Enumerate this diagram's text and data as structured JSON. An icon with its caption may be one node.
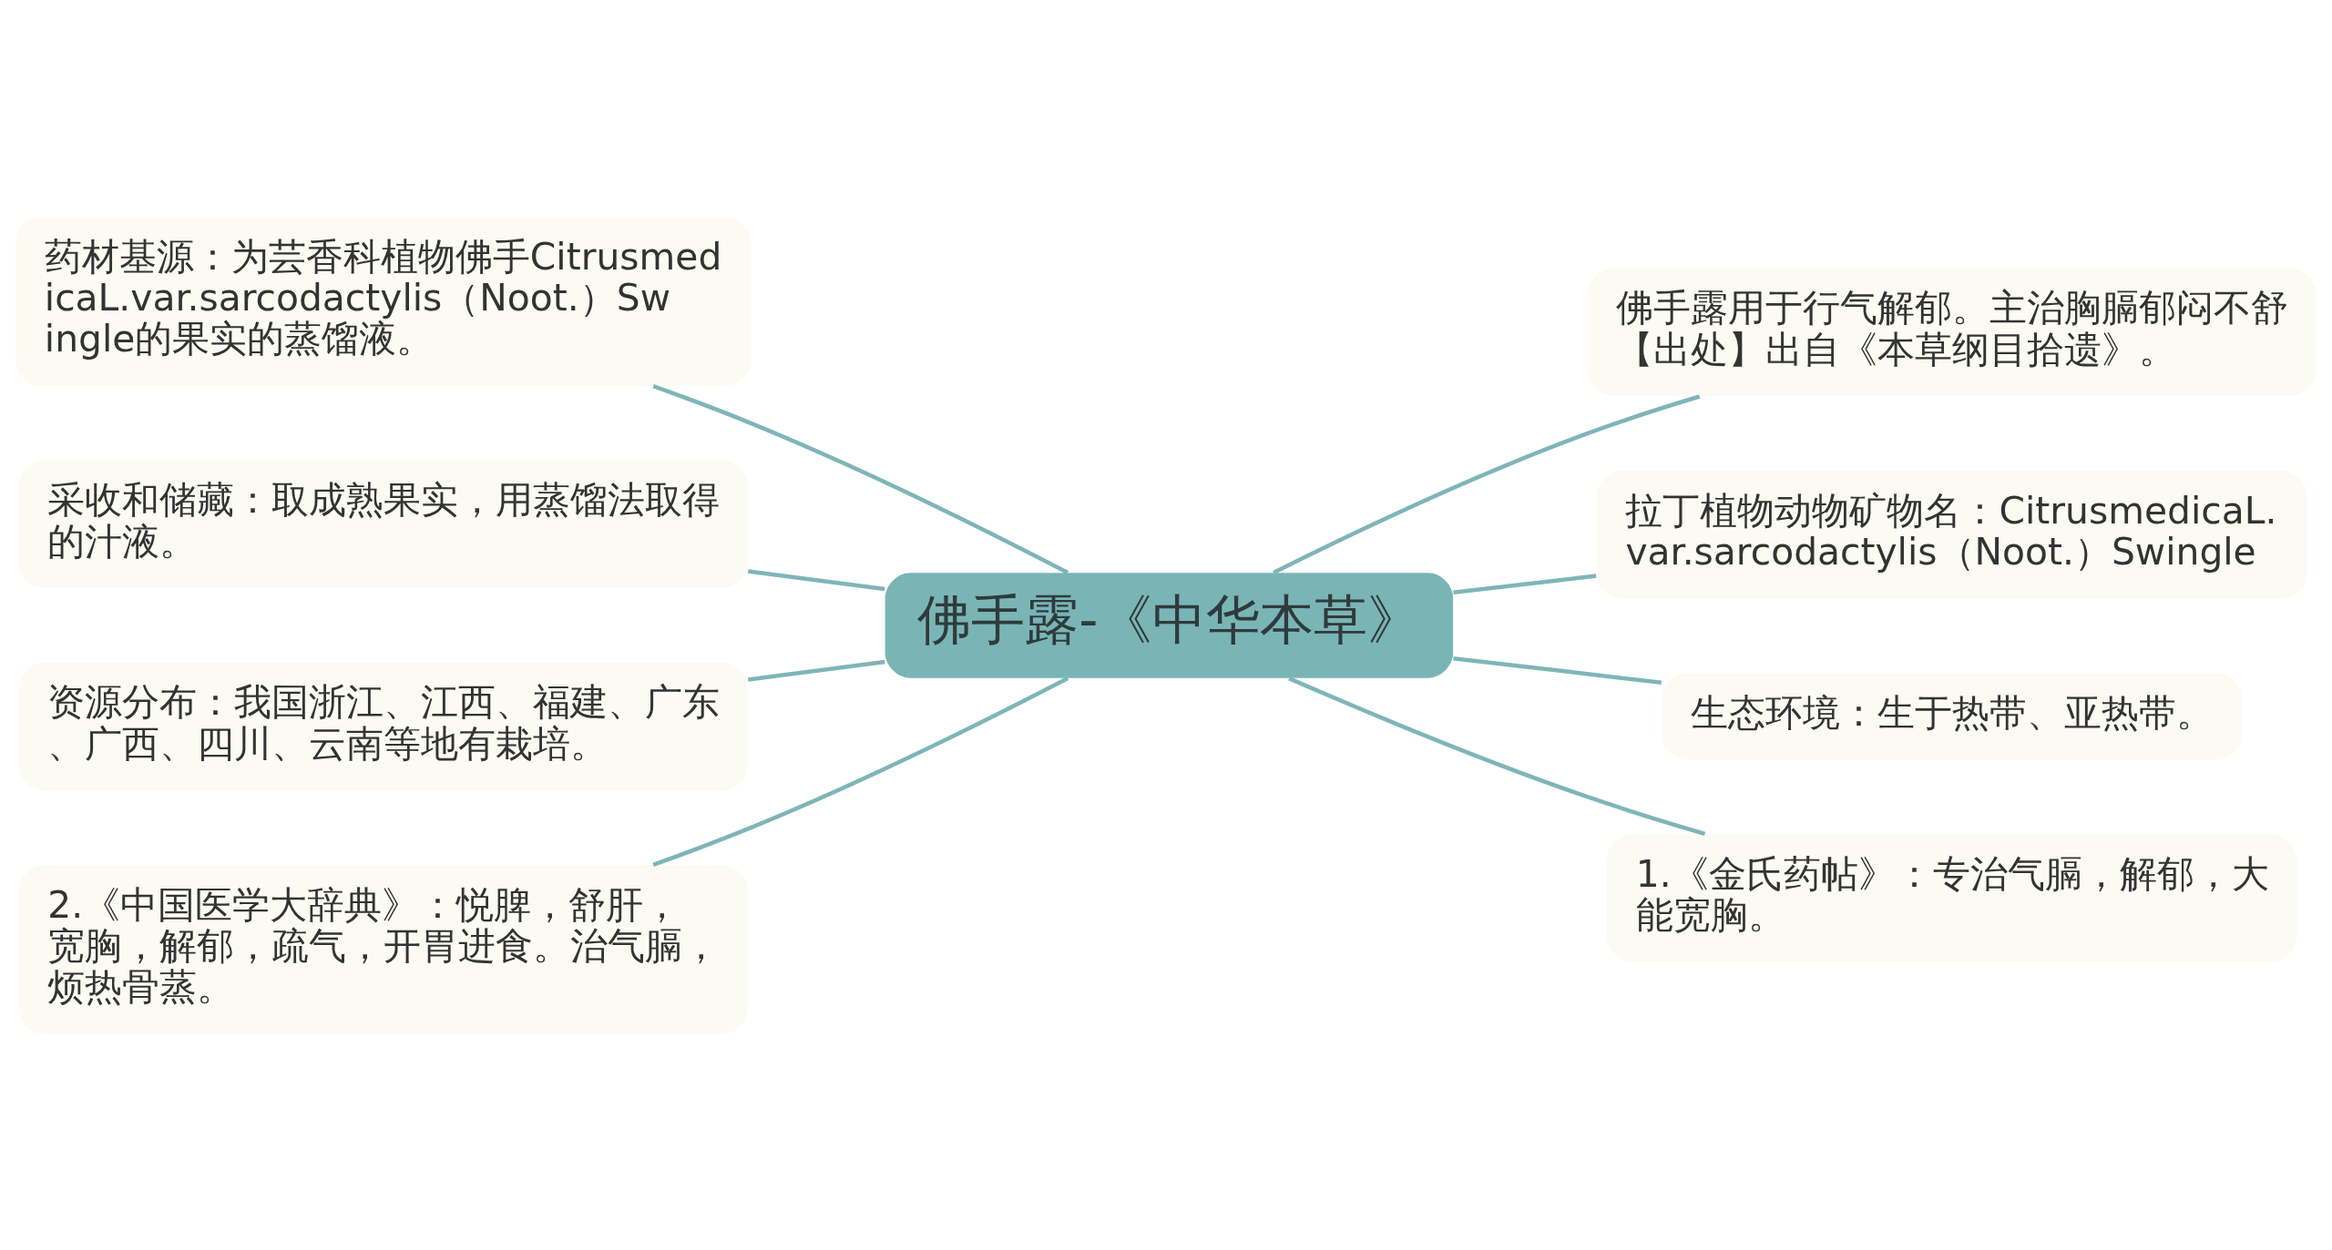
{
  "diagram": {
    "nodes": [
      {
        "text": [
          "佛手露-《中华本草》"
        ]
      },
      {
        "text": [
          "药材基源：为芸香科植物佛手CitrusmedicaL.var.sarcodactylis（Noot.）Swingle的果实的蒸馏液。"
        ]
      },
      {
        "text": [
          "采收和储藏：取成熟果实，用蒸馏法取得的汁液。"
        ]
      },
      {
        "text": [
          "资源分布：我国浙江、江西、福建、广东、广西、四川、云南等地有栽培。"
        ]
      },
      {
        "text": [
          "2.《中国医学大辞典》：悦脾，舒肝，宽胸，解郁，疏气，开胃进食。治气膈，烦热骨蒸。"
        ]
      },
      {
        "text": [
          "佛手露用于行气解郁。主治胸膈郁闷不舒【出处】出自《本草纲目拾遗》。"
        ]
      },
      {
        "text": [
          "拉丁植物动物矿物名：CitrusmedicaL.var.sarcodactylis（Noot.）Swingle"
        ]
      },
      {
        "text": [
          "生态环境：生于热带、亚热带。"
        ]
      },
      {
        "text": [
          "1.《金氏药帖》：专治气膈，解郁，大能宽胸。"
        ]
      }
    ],
    "edges": [
      {
        "from": 1,
        "to": 0,
        "arrow": "none"
      },
      {
        "from": 2,
        "to": 0,
        "arrow": "none"
      },
      {
        "from": 3,
        "to": 0,
        "arrow": "none"
      },
      {
        "from": 4,
        "to": 0,
        "arrow": "none"
      },
      {
        "from": 0,
        "to": 5,
        "arrow": "none"
      },
      {
        "from": 0,
        "to": 6,
        "arrow": "none"
      },
      {
        "from": 0,
        "to": 7,
        "arrow": "none"
      },
      {
        "from": 0,
        "to": 8,
        "arrow": "none"
      }
    ]
  }
}
